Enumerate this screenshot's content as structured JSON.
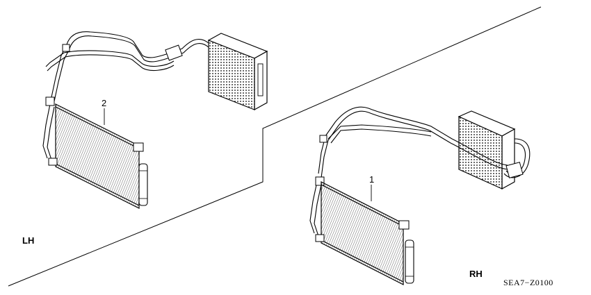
{
  "labels": {
    "left_side": "LH",
    "right_side": "RH",
    "part_2": "2",
    "part_1": "1",
    "diagram_code": "SEA7−Z0100"
  },
  "colors": {
    "line": "#000000",
    "background": "#ffffff"
  }
}
